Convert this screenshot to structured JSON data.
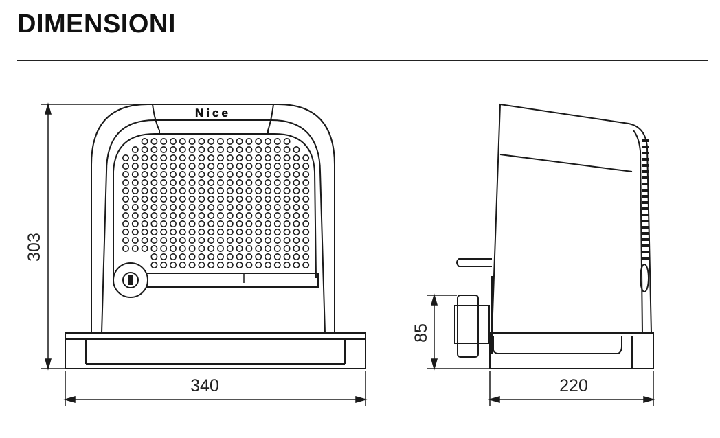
{
  "title": "DIMENSIONI",
  "logo_text": "Nice",
  "dimensions": {
    "front_height": "303",
    "front_width": "340",
    "side_depth": "220",
    "side_height": "85"
  }
}
